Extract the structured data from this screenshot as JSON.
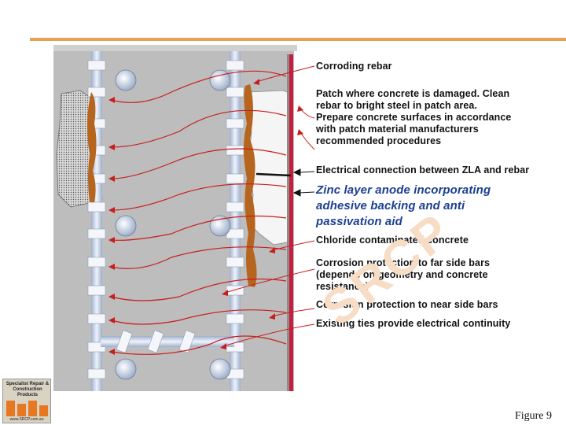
{
  "labels": [
    {
      "id": "corroding-rebar",
      "lines": [
        "Corroding rebar"
      ]
    },
    {
      "id": "patch",
      "lines": [
        "Patch where concrete  is damaged. Clean",
        "rebar to bright steel in patch area.",
        "Prepare concrete surfaces in accordance",
        "with patch material manufacturers",
        "recommended procedures"
      ]
    },
    {
      "id": "electrical-connection",
      "lines": [
        "Electrical connection between ZLA and rebar"
      ]
    },
    {
      "id": "zinc-layer",
      "lines": [
        "Zinc layer anode incorporating",
        "adhesive backing and anti",
        "passivation aid"
      ]
    },
    {
      "id": "chloride",
      "lines": [
        "Chloride contaminated concrete"
      ]
    },
    {
      "id": "far-side",
      "lines": [
        "Corrosion protection to far side bars",
        "(depends on geometry and concrete",
        "resistance)"
      ]
    },
    {
      "id": "near-side",
      "lines": [
        "Corrosion protection to near side bars"
      ]
    },
    {
      "id": "ties",
      "lines": [
        "Existing ties provide electrical continuity"
      ]
    }
  ],
  "watermark": "SRCP",
  "logo": {
    "name": "Specialist Repair & Construction Products",
    "url": "www.SRCP.com.au"
  },
  "figure_label": "Figure 9",
  "colors": {
    "accent_rule": "#e8a050",
    "arrow": "#c81e1e",
    "anode": "#c81e3c",
    "rust": "#b5651d",
    "concrete": "#bdbdbd",
    "rebar": "#c8d3e6",
    "label_blue": "#1c3f91"
  }
}
